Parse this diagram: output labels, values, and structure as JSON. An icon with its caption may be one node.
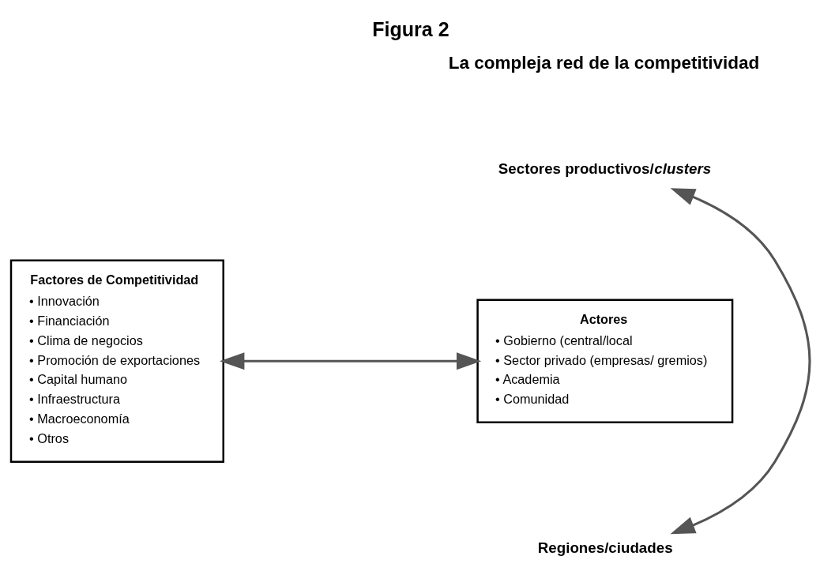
{
  "diagram": {
    "title": "Figura 2",
    "nodes": [
      {
        "text": [
          "Factores de Competitividad",
          "• Innovación",
          "• Financiación",
          "• Clima de negocios",
          "• Promoción de exportaciones",
          "• Capital humano",
          "• Infraestructura",
          "• Macroeconomía",
          "• Otros"
        ]
      },
      {
        "text": [
          "Actores",
          "• Gobierno (central/local",
          "• Sector privado (empresas/ gremios)",
          "• Academia",
          "• Comunidad"
        ]
      },
      {
        "text": [
          "Sectores productivos/*clusters*"
        ]
      },
      {
        "text": [
          "Regiones/ciudades"
        ]
      }
    ],
    "edges": [
      {
        "from": 0,
        "to": 1,
        "arrow": "both"
      },
      {
        "from": 2,
        "to": 3,
        "arrow": "both"
      }
    ],
    "labels": [
      "La compleja red de la competitividad"
    ]
  }
}
